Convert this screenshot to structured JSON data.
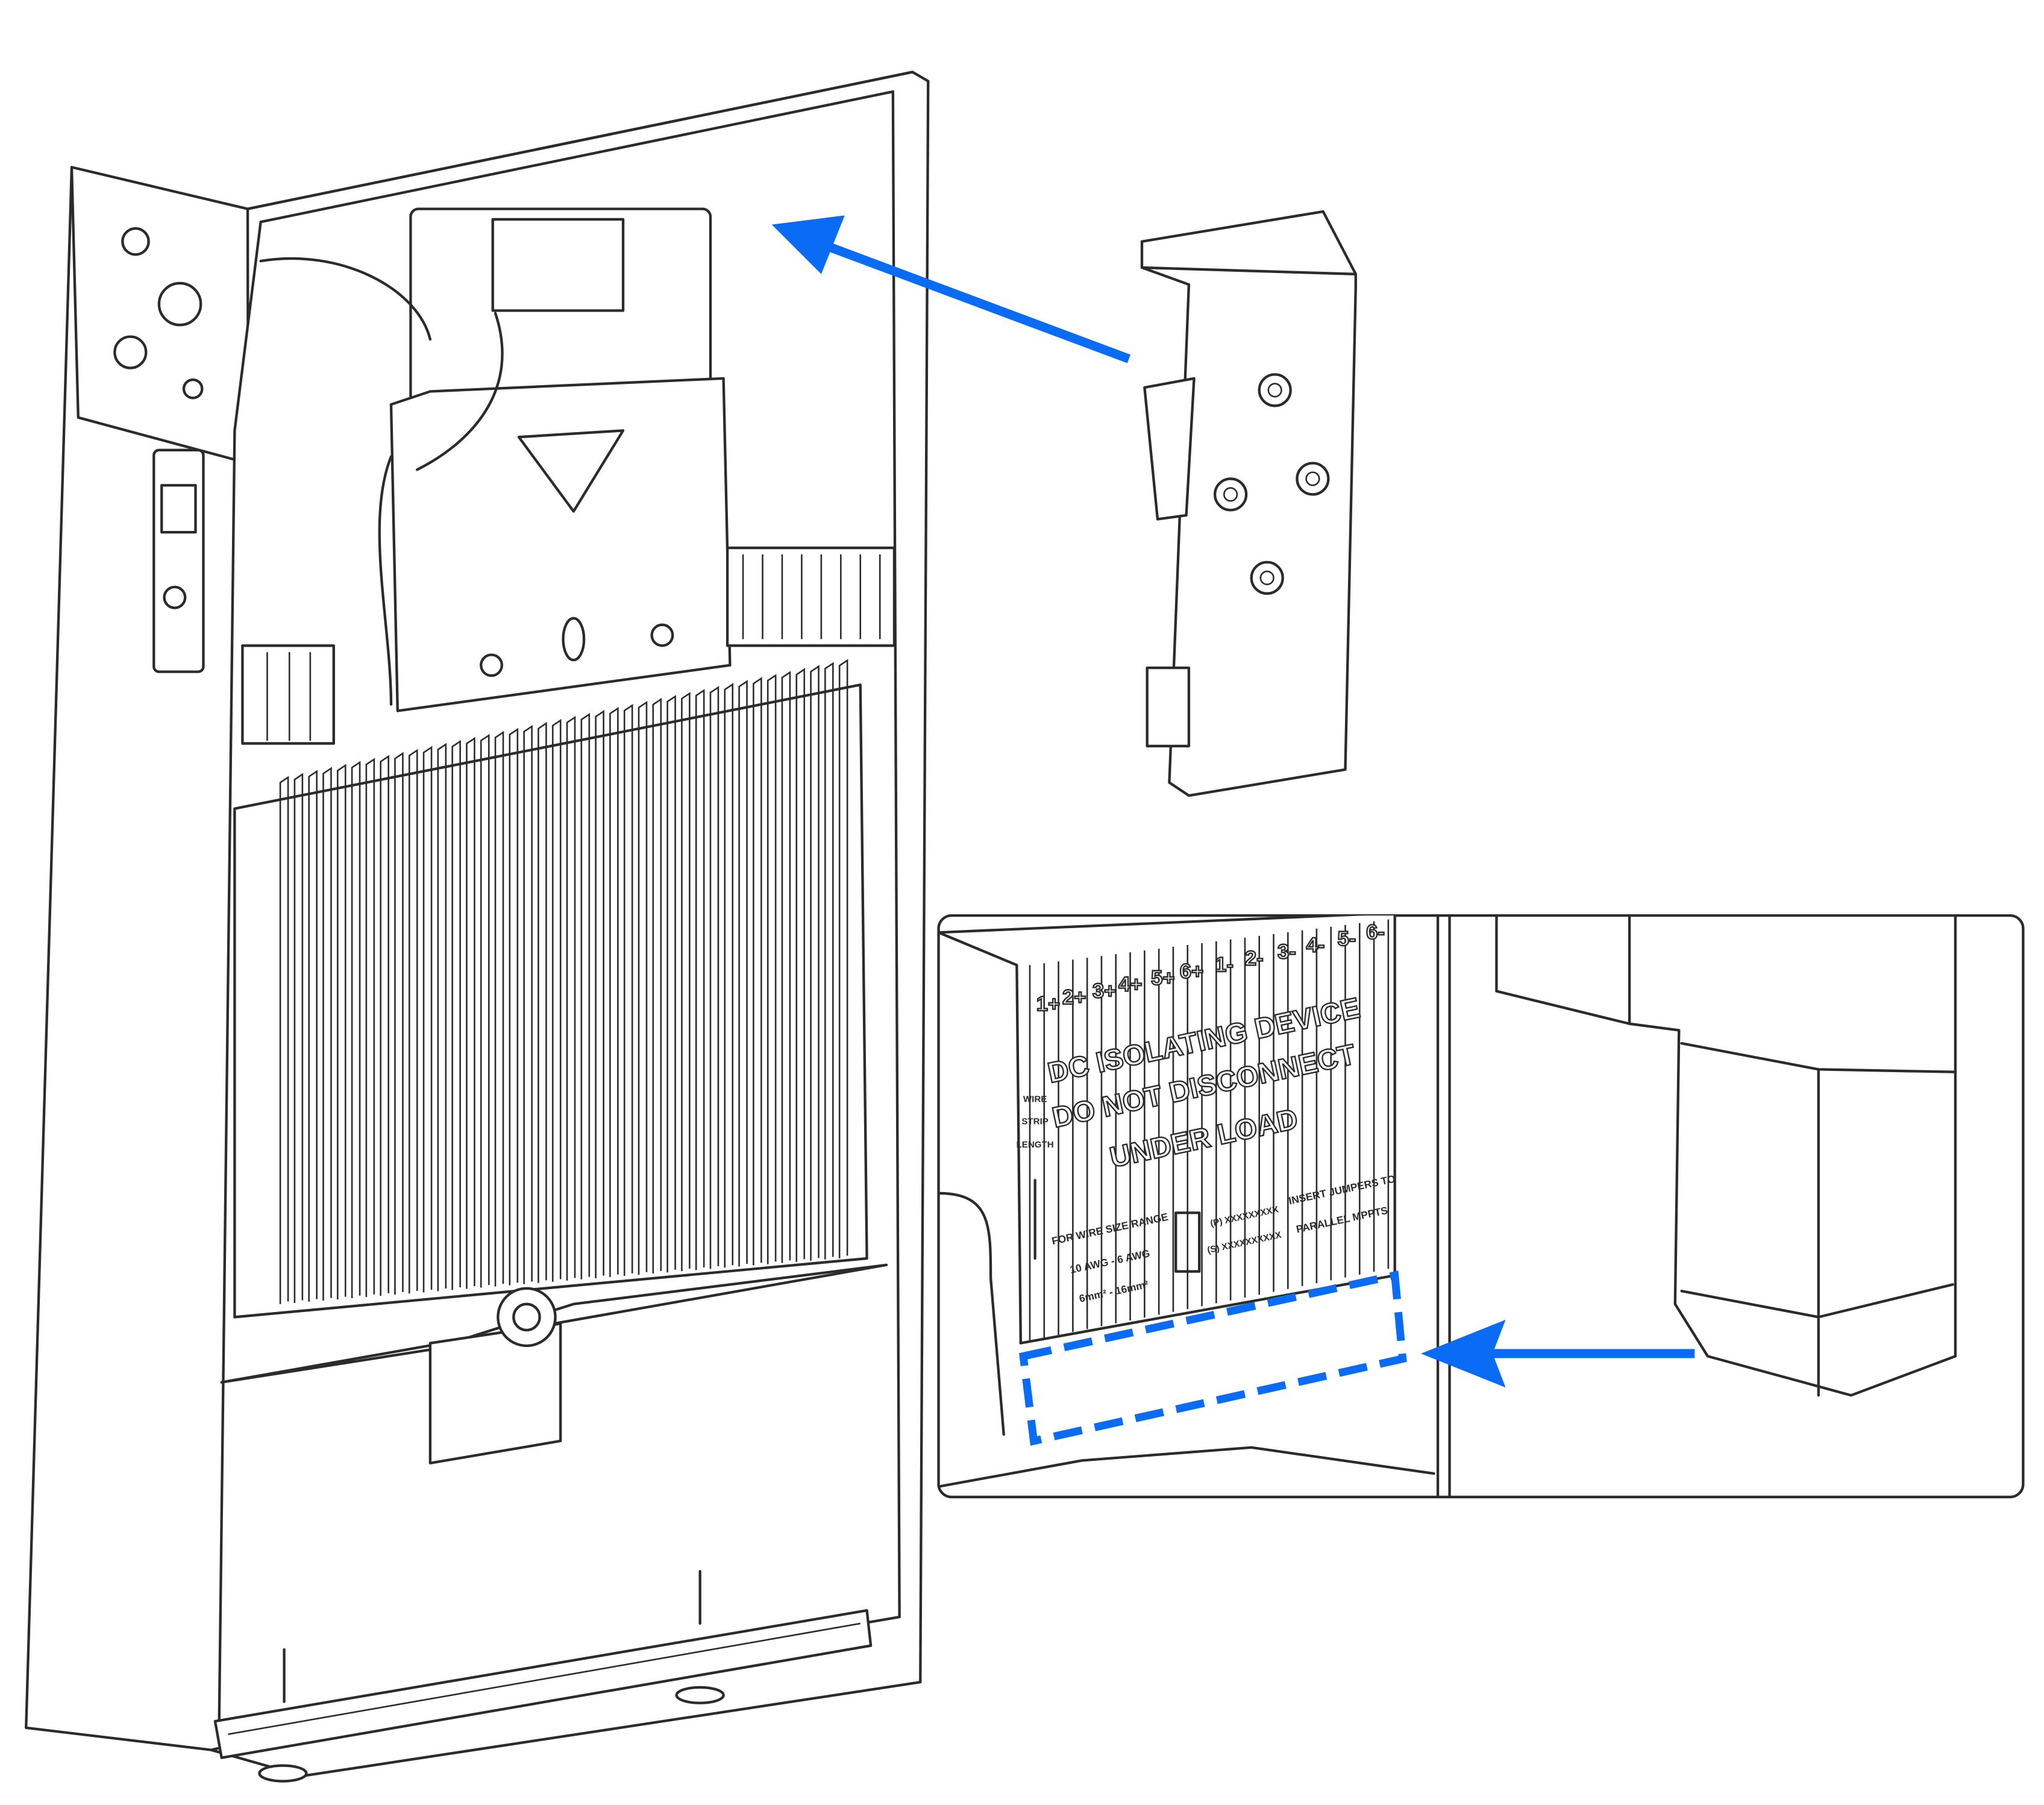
{
  "colors": {
    "accent": "#0a6cf5",
    "line": "#2b2b2b",
    "background": "#ffffff"
  },
  "inset_label": {
    "terminals_positive": [
      "1+",
      "2+",
      "3+",
      "4+",
      "5+",
      "6+"
    ],
    "terminals_negative": [
      "1-",
      "2-",
      "3-",
      "4-",
      "5-",
      "6-"
    ],
    "warning_line1": "DC ISOLATING DEVICE",
    "warning_line2": "DO NOT DISCONNECT",
    "warning_line3": "UNDER LOAD",
    "strip_line1": "WIRE",
    "strip_line2": "STRIP",
    "strip_line3": "LENGTH",
    "wire_range_title": "FOR WIRE SIZE RANGE",
    "wire_range_awg": "10 AWG - 6 AWG",
    "wire_range_mm": "6mm² - 16mm²",
    "part_p": "(P) XXXXXXXXX",
    "part_s": "(S) XXXXXXXXXX",
    "jumper_line1": "INSERT JUMPERS TO",
    "jumper_line2": "PARALLEL MPPTS"
  }
}
